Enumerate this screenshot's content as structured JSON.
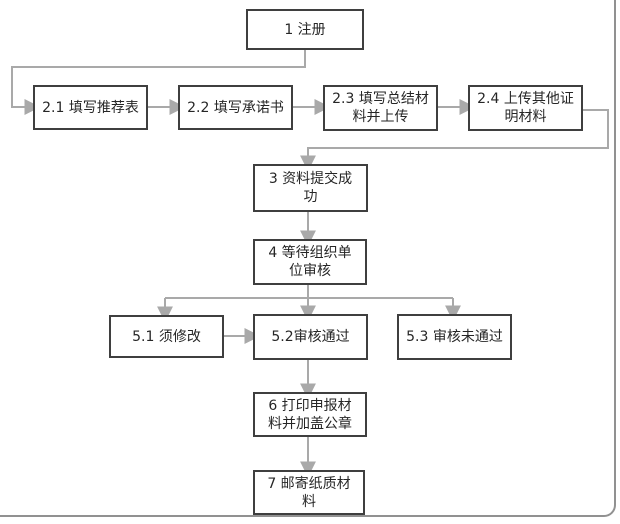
{
  "diagram": {
    "type": "flowchart",
    "nodes": [
      {
        "id": "1",
        "label": "1 注册"
      },
      {
        "id": "2.1",
        "label": "2.1 填写推荐表"
      },
      {
        "id": "2.2",
        "label": "2.2 填写承诺书"
      },
      {
        "id": "2.3",
        "label": "2.3 填写总结材\n料并上传"
      },
      {
        "id": "2.4",
        "label": "2.4 上传其他证\n明材料"
      },
      {
        "id": "3",
        "label": "3 资料提交成\n功"
      },
      {
        "id": "4",
        "label": "4 等待组织单\n位审核"
      },
      {
        "id": "5.1",
        "label": "5.1 须修改"
      },
      {
        "id": "5.2",
        "label": "5.2审核通过"
      },
      {
        "id": "5.3",
        "label": "5.3 审核未通过"
      },
      {
        "id": "6",
        "label": "6 打印申报材\n料并加盖公章"
      },
      {
        "id": "7",
        "label": "7 邮寄纸质材\n料"
      }
    ],
    "edges": [
      {
        "from": "1",
        "to": "2.1"
      },
      {
        "from": "2.1",
        "to": "2.2"
      },
      {
        "from": "2.2",
        "to": "2.3"
      },
      {
        "from": "2.3",
        "to": "2.4"
      },
      {
        "from": "2.4",
        "to": "3"
      },
      {
        "from": "3",
        "to": "4"
      },
      {
        "from": "4",
        "to": "5.1"
      },
      {
        "from": "4",
        "to": "5.2"
      },
      {
        "from": "4",
        "to": "5.3"
      },
      {
        "from": "5.1",
        "to": "5.2"
      },
      {
        "from": "5.2",
        "to": "6"
      },
      {
        "from": "6",
        "to": "7"
      }
    ],
    "colors": {
      "node_border": "#3f3f3f",
      "node_fill": "#ffffff",
      "connector": "#a9a9a9",
      "text": "#262626",
      "page_border": "#919191",
      "background": "#ffffff"
    }
  }
}
